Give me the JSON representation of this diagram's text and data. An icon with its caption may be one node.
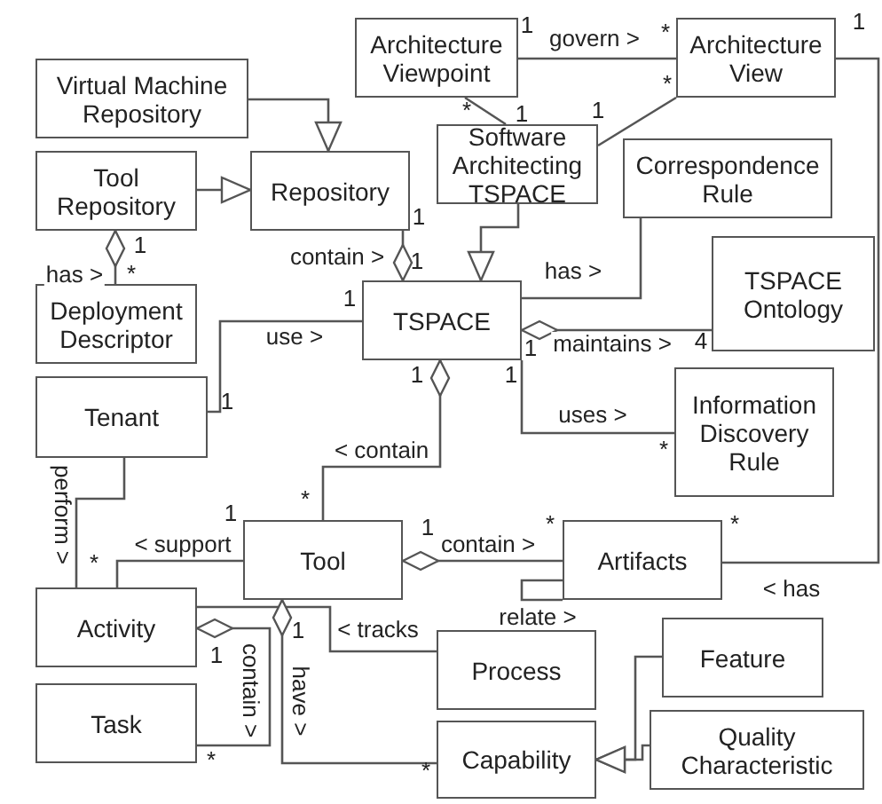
{
  "diagram": {
    "nodes": [
      {
        "text": [
          "Architecture Viewpoint"
        ]
      },
      {
        "text": [
          "Architecture View"
        ]
      },
      {
        "text": [
          "Virtual Machine Repository"
        ]
      },
      {
        "text": [
          "Tool Repository"
        ]
      },
      {
        "text": [
          "Repository"
        ]
      },
      {
        "text": [
          "Software Architecting TSPACE"
        ]
      },
      {
        "text": [
          "Correspondence Rule"
        ]
      },
      {
        "text": [
          "Deployment Descriptor"
        ]
      },
      {
        "text": [
          "TSPACE"
        ]
      },
      {
        "text": [
          "TSPACE Ontology"
        ]
      },
      {
        "text": [
          "Tenant"
        ]
      },
      {
        "text": [
          "Information Discovery Rule"
        ]
      },
      {
        "text": [
          "Tool"
        ]
      },
      {
        "text": [
          "Artifacts"
        ]
      },
      {
        "text": [
          "Activity"
        ]
      },
      {
        "text": [
          "Process"
        ]
      },
      {
        "text": [
          "Feature"
        ]
      },
      {
        "text": [
          "Task"
        ]
      },
      {
        "text": [
          "Capability"
        ]
      },
      {
        "text": [
          "Quality Characteristic"
        ]
      }
    ],
    "edges": [
      {
        "from": 0,
        "to": 1,
        "arrow": "none",
        "label": "govern >"
      },
      {
        "from": 0,
        "to": 5,
        "arrow": "none"
      },
      {
        "from": 1,
        "to": 5,
        "arrow": "none"
      },
      {
        "from": 1,
        "to": 13,
        "arrow": "none",
        "label": "< has"
      },
      {
        "from": 2,
        "to": 4,
        "arrow": "to"
      },
      {
        "from": 3,
        "to": 4,
        "arrow": "to"
      },
      {
        "from": 3,
        "to": 7,
        "arrow": "other",
        "label": "has >"
      },
      {
        "from": 8,
        "to": 4,
        "arrow": "other",
        "label": "contain >"
      },
      {
        "from": 5,
        "to": 8,
        "arrow": "to"
      },
      {
        "from": 8,
        "to": 6,
        "arrow": "none",
        "label": "has >"
      },
      {
        "from": 8,
        "to": 9,
        "arrow": "other",
        "label": "maintains >"
      },
      {
        "from": 8,
        "to": 11,
        "arrow": "none",
        "label": "uses >"
      },
      {
        "from": 8,
        "to": 12,
        "arrow": "other",
        "label": "< contain"
      },
      {
        "from": 8,
        "to": 10,
        "arrow": "none",
        "label": "use >"
      },
      {
        "from": 10,
        "to": 14,
        "arrow": "none",
        "label": "perform >"
      },
      {
        "from": 12,
        "to": 14,
        "arrow": "none",
        "label": "< support"
      },
      {
        "from": 12,
        "to": 13,
        "arrow": "other",
        "label": "contain >"
      },
      {
        "from": 13,
        "to": 13,
        "arrow": "none",
        "label": "relate >"
      },
      {
        "from": 14,
        "to": 15,
        "arrow": "none",
        "label": "< tracks"
      },
      {
        "from": 14,
        "to": 17,
        "arrow": "other",
        "label": "contain >"
      },
      {
        "from": 12,
        "to": 18,
        "arrow": "other",
        "label": "have >"
      },
      {
        "from": 16,
        "to": 18,
        "arrow": "to"
      },
      {
        "from": 19,
        "to": 18,
        "arrow": "to"
      }
    ],
    "labels": [
      "1",
      "*",
      "1",
      "*",
      "1",
      "1",
      "*",
      "1",
      "1",
      "*",
      "1",
      "1",
      "1",
      "1",
      "4",
      "1",
      "*",
      "1",
      "*",
      "1",
      "1",
      "*",
      "*",
      "*",
      "1",
      "1",
      "*",
      "*"
    ]
  }
}
